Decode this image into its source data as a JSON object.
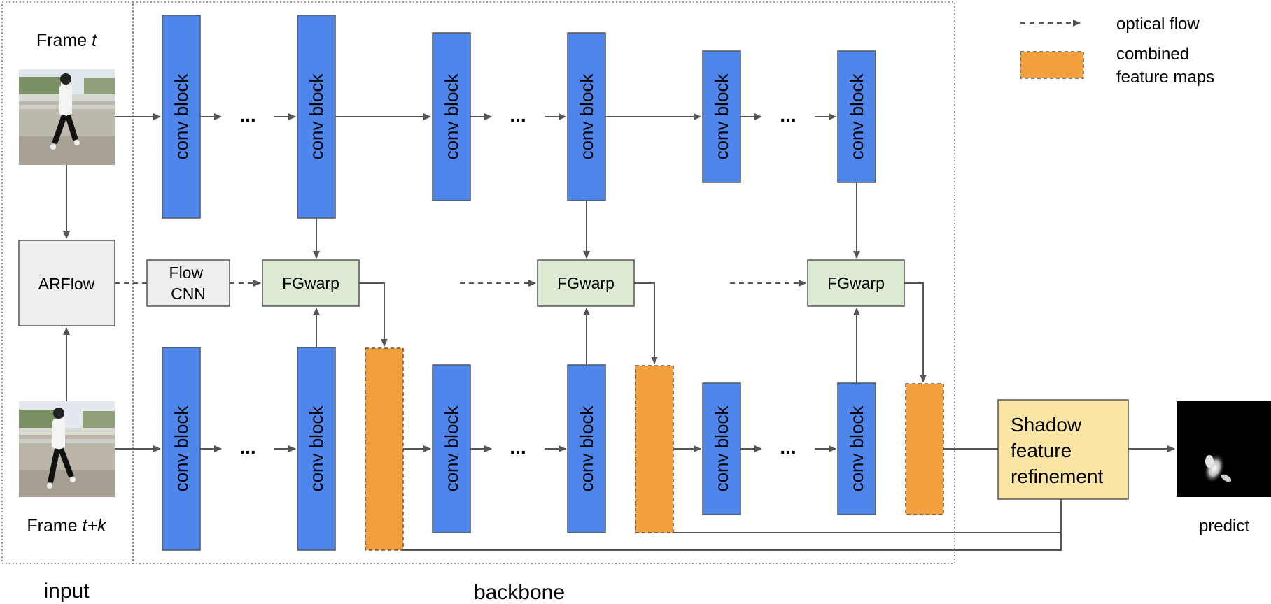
{
  "input": {
    "frame_t_prefix": "Frame ",
    "frame_t_var": "t",
    "frame_tk_prefix": "Frame ",
    "frame_tk_var": "t+k",
    "arflow": "ARFlow",
    "section_label": "input"
  },
  "backbone": {
    "section_label": "backbone",
    "conv_label": "conv block",
    "ellipsis": "...",
    "flow_cnn_line1": "Flow",
    "flow_cnn_line2": "CNN",
    "fgwarp": "FGwarp"
  },
  "refinement": {
    "line1": "Shadow",
    "line2": "feature",
    "line3": "refinement"
  },
  "output": {
    "predict": "predict"
  },
  "legend": {
    "optical_flow": "optical flow",
    "combined_line1": "combined",
    "combined_line2": "feature maps"
  },
  "colors": {
    "conv_fill": "#4f86ec",
    "combined_fill": "#f2a03d",
    "fgwarp_fill": "#dcead4",
    "neutral_fill": "#eeeeee",
    "refinement_fill": "#fbe5a4",
    "line": "#555555"
  }
}
